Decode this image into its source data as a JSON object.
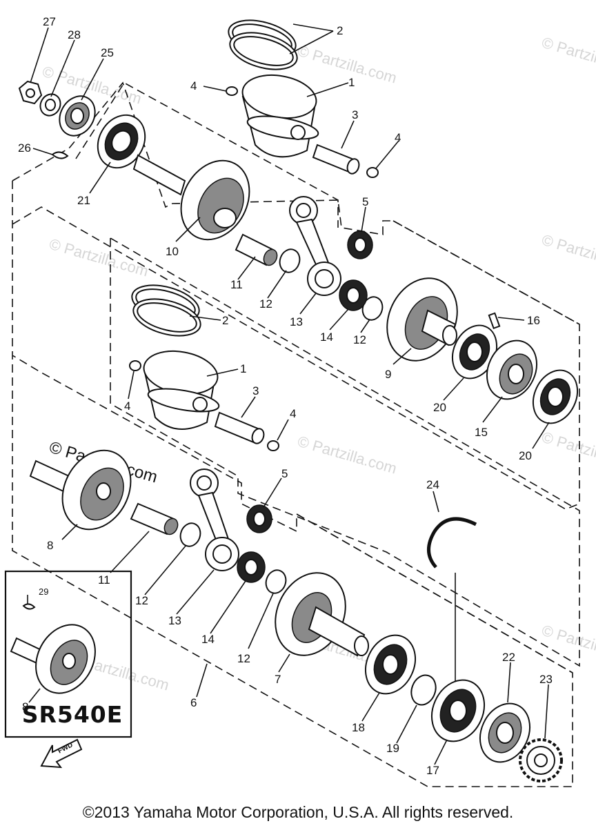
{
  "watermark": "© Partzilla.com",
  "model_label": "SR540E",
  "fwd_label": "FWD",
  "copyright": "©2013  Yamaha Motor Corporation, U.S.A. All rights reserved.",
  "callouts": {
    "c27": "27",
    "c28": "28",
    "c25": "25",
    "c26": "26",
    "c21": "21",
    "c2a": "2",
    "c4a": "4",
    "c1a": "1",
    "c3a": "3",
    "c4b": "4",
    "c5a": "5",
    "c10": "10",
    "c11a": "11",
    "c12a": "12",
    "c13a": "13",
    "c14a": "14",
    "c12b": "12",
    "c9": "9",
    "c16": "16",
    "c20a": "20",
    "c15": "15",
    "c20b": "20",
    "c2b": "2",
    "c1b": "1",
    "c4c": "4",
    "c3b": "3",
    "c4d": "4",
    "c5b": "5",
    "c8a": "8",
    "c11b": "11",
    "c12c": "12",
    "c13b": "13",
    "c14b": "14",
    "c12d": "12",
    "c24": "24",
    "c29": "29",
    "c8b": "8",
    "c6": "6",
    "c7": "7",
    "c18": "18",
    "c19": "19",
    "c17": "17",
    "c22": "22",
    "c23": "23"
  }
}
